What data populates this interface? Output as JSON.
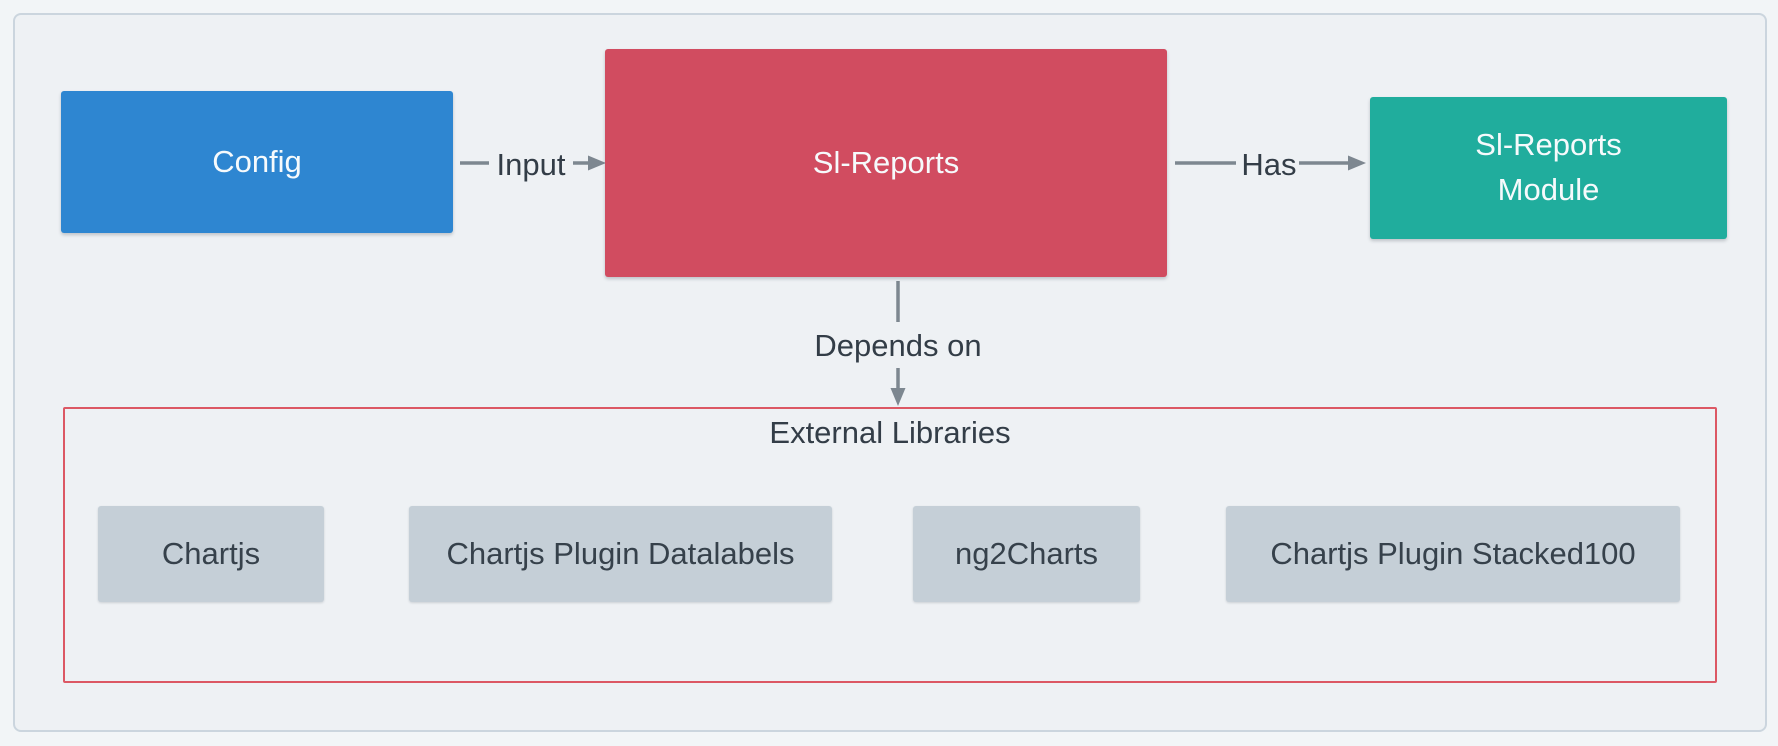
{
  "nodes": {
    "config": {
      "label": "Config",
      "color": "#2E86D1"
    },
    "sl_reports": {
      "label": "Sl-Reports",
      "color": "#D14C60"
    },
    "sl_reports_module": {
      "label": "Sl-Reports Module",
      "color": "#20AD9D"
    }
  },
  "edges": {
    "input": {
      "label": "Input"
    },
    "has": {
      "label": "Has"
    },
    "depends_on": {
      "label": "Depends on"
    }
  },
  "external_libraries": {
    "title": "External Libraries",
    "border_color": "#DC5864",
    "item_color": "#C5CFD7",
    "items": [
      "Chartjs",
      "Chartjs Plugin Datalabels",
      "ng2Charts",
      "Chartjs Plugin Stacked100"
    ]
  },
  "colors": {
    "edge_line": "#7D8790",
    "edge_label_text": "#333D47",
    "node_text": "#F6FAFC",
    "library_text": "#36414B",
    "canvas_background": "#EEF1F4",
    "canvas_border": "#CBD5DE"
  }
}
